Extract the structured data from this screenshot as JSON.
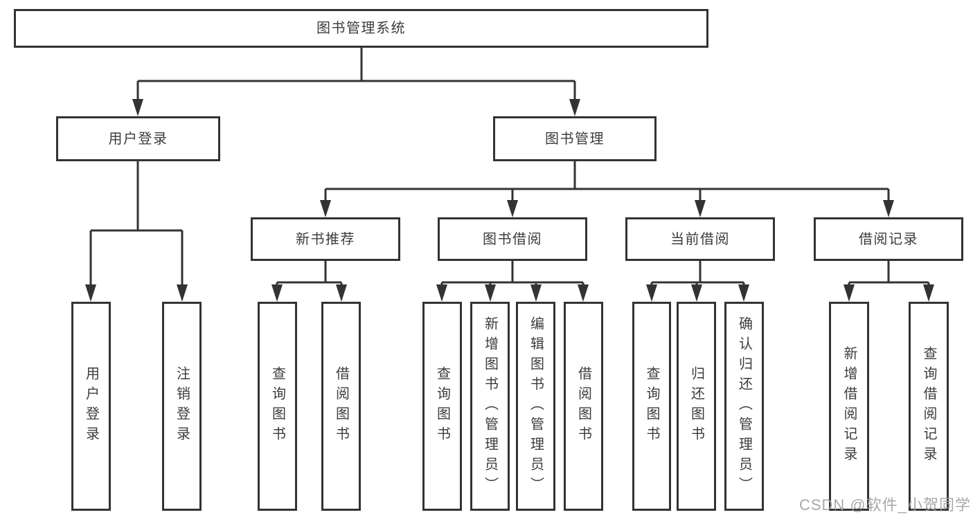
{
  "colors": {
    "line": "#333333",
    "text": "#3c3c3c",
    "background": "#ffffff",
    "watermark": "#9f9f9f"
  },
  "nodes": {
    "root": "图书管理系统",
    "level2": [
      "用户登录",
      "图书管理"
    ],
    "level3": [
      "新书推荐",
      "图书借阅",
      "当前借阅",
      "借阅记录"
    ],
    "leaves": {
      "user_login": [
        "用户登录",
        "注销登录"
      ],
      "new_book": [
        "查询图书",
        "借阅图书"
      ],
      "book_borrow": [
        "查询图书",
        "新增图书（管理员）",
        "编辑图书（管理员）",
        "借阅图书"
      ],
      "current_borrow": [
        "查询图书",
        "归还图书",
        "确认归还（管理员）"
      ],
      "borrow_records": [
        "新增借阅记录",
        "查询借阅记录"
      ]
    }
  },
  "watermark": "CSDN @软件_小贺同学"
}
